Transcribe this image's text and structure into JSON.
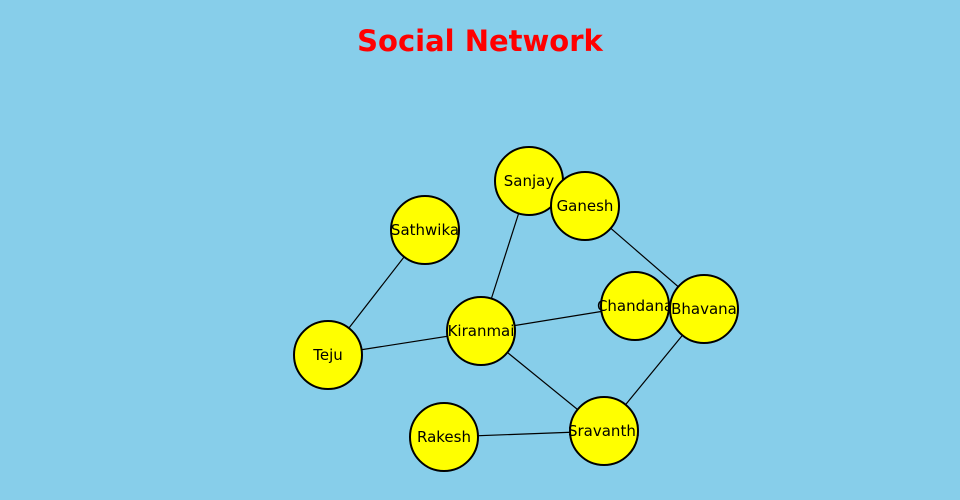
{
  "title": "Social Network",
  "colors": {
    "background": "#87ceea",
    "title": "#ff0000",
    "node_fill": "#ffff00",
    "node_stroke": "#000000",
    "edge": "#000000"
  },
  "nodes": [
    {
      "id": "sanjay",
      "label": "Sanjay"
    },
    {
      "id": "ganesh",
      "label": "Ganesh"
    },
    {
      "id": "sathwika",
      "label": "Sathwika"
    },
    {
      "id": "chandana",
      "label": "Chandana"
    },
    {
      "id": "bhavana",
      "label": "Bhavana"
    },
    {
      "id": "kiranmai",
      "label": "Kiranmai"
    },
    {
      "id": "teju",
      "label": "Teju"
    },
    {
      "id": "rakesh",
      "label": "Rakesh"
    },
    {
      "id": "sravanthi",
      "label": "Sravanthi"
    }
  ],
  "edges": [
    {
      "source": "sathwika",
      "target": "teju"
    },
    {
      "source": "teju",
      "target": "kiranmai"
    },
    {
      "source": "sanjay",
      "target": "kiranmai"
    },
    {
      "source": "kiranmai",
      "target": "chandana"
    },
    {
      "source": "kiranmai",
      "target": "sravanthi"
    },
    {
      "source": "ganesh",
      "target": "bhavana"
    },
    {
      "source": "bhavana",
      "target": "sravanthi"
    },
    {
      "source": "rakesh",
      "target": "sravanthi"
    }
  ]
}
